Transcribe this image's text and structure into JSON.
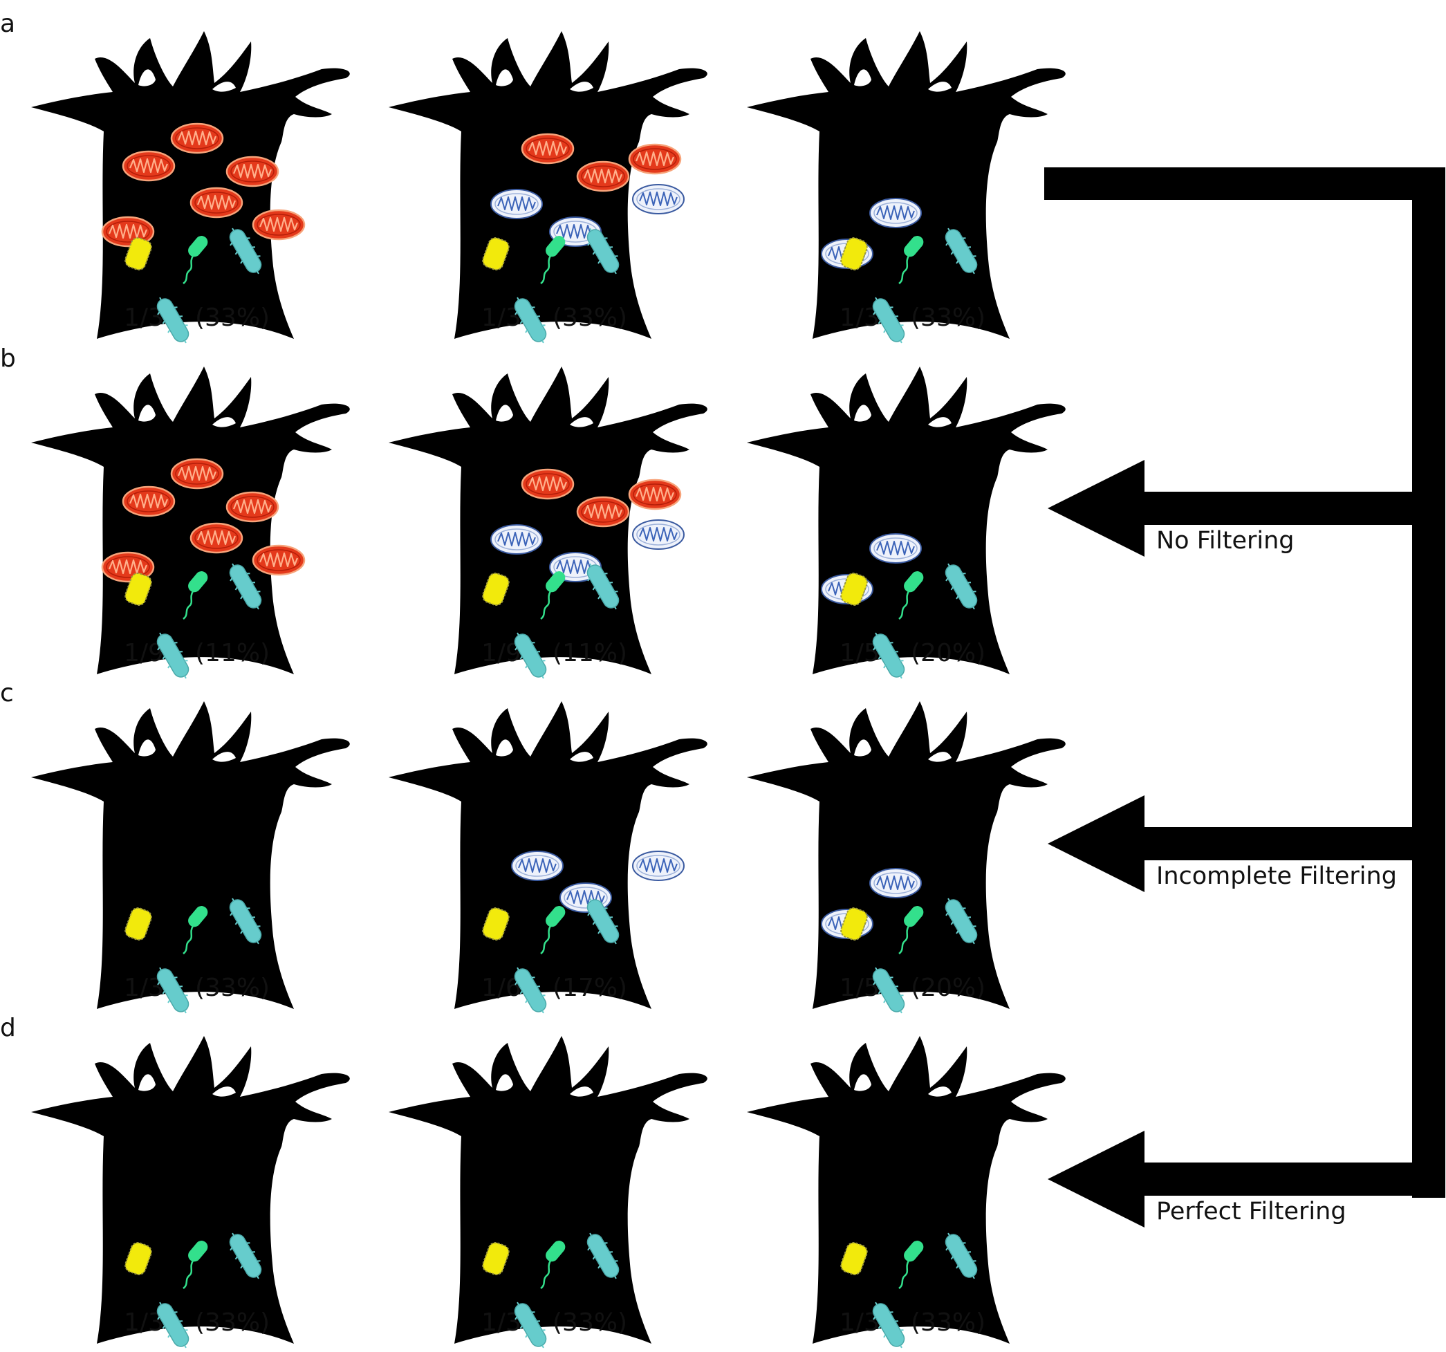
{
  "colors": {
    "cell": "#000000",
    "mito_active": "#e4391b",
    "mito_inactive": "#eef2fb",
    "bacterium_yellow": "#f2ea0c",
    "bacterium_green": "#33e08c",
    "bacterium_teal": "#66cccc"
  },
  "rows": [
    {
      "label": "a",
      "cells": [
        {
          "fraction": "1/3",
          "percent": "(33%)",
          "red_mito": 6,
          "white_mito": 0
        },
        {
          "fraction": "1/3",
          "percent": "(33%)",
          "red_mito": 3,
          "white_mito": 3
        },
        {
          "fraction": "1/3",
          "percent": "(33%)",
          "red_mito": 0,
          "white_mito": 2
        }
      ]
    },
    {
      "label": "b",
      "cells": [
        {
          "fraction": "1/9",
          "percent": "(11%)",
          "red_mito": 6,
          "white_mito": 0
        },
        {
          "fraction": "1/9",
          "percent": "(11%)",
          "red_mito": 3,
          "white_mito": 3
        },
        {
          "fraction": "1/5",
          "percent": "(20%)",
          "red_mito": 0,
          "white_mito": 2
        }
      ]
    },
    {
      "label": "c",
      "cells": [
        {
          "fraction": "1/3",
          "percent": "(33%)",
          "red_mito": 0,
          "white_mito": 0
        },
        {
          "fraction": "1/6",
          "percent": "(17%)",
          "red_mito": 0,
          "white_mito": 3
        },
        {
          "fraction": "1/5",
          "percent": "(20%)",
          "red_mito": 0,
          "white_mito": 2
        }
      ]
    },
    {
      "label": "d",
      "cells": [
        {
          "fraction": "1/3",
          "percent": "(33%)",
          "red_mito": 0,
          "white_mito": 0
        },
        {
          "fraction": "1/3",
          "percent": "(33%)",
          "red_mito": 0,
          "white_mito": 0
        },
        {
          "fraction": "1/3",
          "percent": "(33%)",
          "red_mito": 0,
          "white_mito": 0
        }
      ]
    }
  ],
  "filters": [
    {
      "label": "No Filtering"
    },
    {
      "label": "Incomplete Filtering"
    },
    {
      "label": "Perfect Filtering"
    }
  ]
}
